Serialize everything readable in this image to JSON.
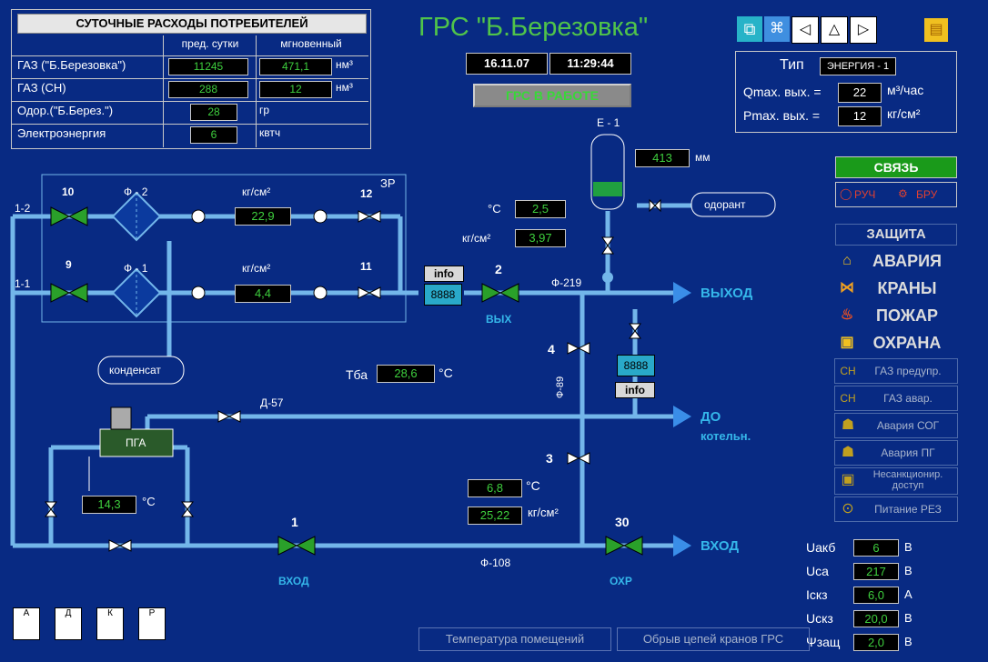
{
  "title": "ГРС \"Б.Березовка\"",
  "date": "16.11.07",
  "time": "11:29:44",
  "status": "ГРС В РАБОТЕ",
  "consumers": {
    "title": "СУТОЧНЫЕ РАСХОДЫ ПОТРЕБИТЕЛЕЙ",
    "col_prev": "пред. сутки",
    "col_inst": "мгновенный",
    "rows": [
      {
        "name": "ГАЗ (\"Б.Березовка\")",
        "prev": "11245",
        "inst": "471,1",
        "unit": "нм³"
      },
      {
        "name": "ГАЗ (СН)",
        "prev": "288",
        "inst": "12",
        "unit": "нм³"
      },
      {
        "name": "Одор.(\"Б.Берез.\")",
        "prev": "28",
        "inst": "",
        "unit": "гр"
      },
      {
        "name": "Электроэнергия",
        "prev": "6",
        "inst": "",
        "unit": "квтч"
      }
    ]
  },
  "type_panel": {
    "type_label": "Тип",
    "type_value": "ЭНЕРГИЯ - 1",
    "qmax_label": "Qmax. вых. =",
    "qmax_value": "22",
    "qmax_unit": "м³/час",
    "pmax_label": "Pmax. вых. =",
    "pmax_value": "12",
    "pmax_unit": "кг/см²"
  },
  "scheme": {
    "zr": "ЗР",
    "line_12": "1-2",
    "line_11": "1-1",
    "valve_10": "10",
    "valve_9": "9",
    "filter_2": "Ф - 2",
    "filter_1": "Ф - 1",
    "p_upper_unit": "кг/см²",
    "p_upper": "22,9",
    "p_lower_unit": "кг/см²",
    "p_lower": "4,4",
    "valve_12": "12",
    "valve_11": "11",
    "condensate": "конденсат",
    "temp_out_unit": "°С",
    "temp_out": "2,5",
    "press_out_unit": "кг/см²",
    "press_out": "3,97",
    "tank": "Е - 1",
    "tank_level": "413",
    "tank_unit": "мм",
    "odorant": "одорант",
    "info1": "info",
    "counter1": "8888",
    "valve_2": "2",
    "vyh": "ВЫХ",
    "f219": "Ф-219",
    "exit": "ВЫХОД",
    "valve_4": "4",
    "f89": "Ф-89",
    "counter2": "8888",
    "info2": "info",
    "tba_label": "Тба",
    "tba": "28,6",
    "tba_unit": "°С",
    "d57": "Д-57",
    "to_boiler_1": "ДО",
    "to_boiler_2": "котельн.",
    "pga": "ПГА",
    "pga_temp": "14,3",
    "pga_temp_unit": "°С",
    "valve_3": "3",
    "in_temp": "6,8",
    "in_temp_unit": "°С",
    "in_press": "25,22",
    "in_press_unit": "кг/см²",
    "valve_1": "1",
    "vhod_lbl": "ВХОД",
    "f108": "Ф-108",
    "valve_30": "30",
    "ohr": "ОХР",
    "entry": "ВХОД"
  },
  "right": {
    "svyaz": "СВЯЗЬ",
    "ruch": "РУЧ",
    "bru": "БРУ",
    "zashita": "ЗАЩИТА",
    "buttons": [
      {
        "label": "АВАРИЯ",
        "icon": "warning-house-icon"
      },
      {
        "label": "КРАНЫ",
        "icon": "valve-icon"
      },
      {
        "label": "ПОЖАР",
        "icon": "fire-icon"
      },
      {
        "label": "ОХРАНА",
        "icon": "guard-icon"
      }
    ],
    "dim_buttons": [
      {
        "label": "ГАЗ предупр.",
        "icon": "gas-warning-icon"
      },
      {
        "label": "ГАЗ авар.",
        "icon": "gas-alarm-icon"
      },
      {
        "label": "Авария СОГ",
        "icon": "alarm-sog-icon"
      },
      {
        "label": "Авария ПГ",
        "icon": "alarm-pg-icon"
      },
      {
        "label": "Несанкционир. доступ",
        "icon": "unauthorized-icon"
      },
      {
        "label": "Питание РЕЗ",
        "icon": "power-icon"
      }
    ],
    "meters": [
      {
        "label": "Uакб",
        "value": "6",
        "unit": "В"
      },
      {
        "label": "Uca",
        "value": "217",
        "unit": "В"
      },
      {
        "label": "Iскз",
        "value": "6,0",
        "unit": "А"
      },
      {
        "label": "Uскз",
        "value": "20,0",
        "unit": "В"
      },
      {
        "label": "Ψзащ",
        "value": "2,0",
        "unit": "В"
      }
    ]
  },
  "bottom": {
    "temp_rooms": "Температура помещений",
    "break_circuits": "Обрыв цепей кранов ГРС",
    "docs": [
      "А",
      "Д",
      "К",
      "Р"
    ]
  }
}
